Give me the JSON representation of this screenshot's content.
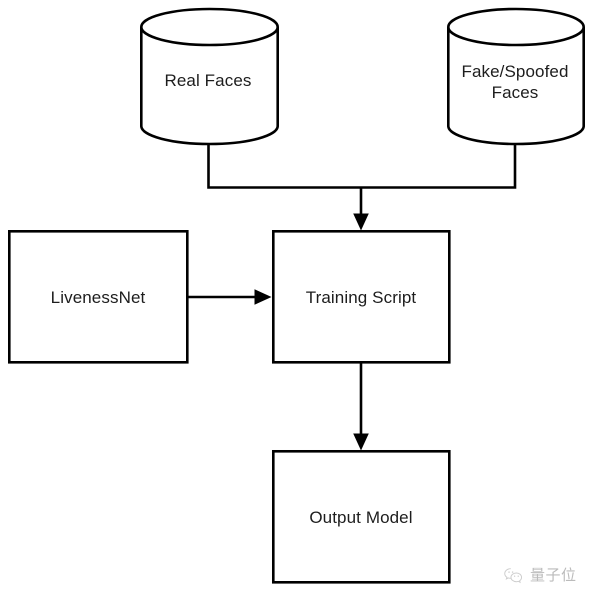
{
  "diagram": {
    "type": "flowchart",
    "orientation": "top-to-bottom",
    "background_color": "#ffffff",
    "line_color": "#000000",
    "text_color": "#1d1d1d",
    "nodes": [
      {
        "id": "real-faces",
        "label": "Real Faces",
        "shape": "cylinder"
      },
      {
        "id": "fake-faces",
        "label": "Fake/Spoofed\nFaces",
        "shape": "cylinder"
      },
      {
        "id": "livenessnet",
        "label": "LivenessNet",
        "shape": "rectangle"
      },
      {
        "id": "training",
        "label": "Training Script",
        "shape": "rectangle"
      },
      {
        "id": "output-model",
        "label": "Output Model",
        "shape": "rectangle"
      }
    ],
    "edges": [
      {
        "from": "real-faces",
        "to": "training",
        "style": "orthogonal-merge",
        "arrow": true
      },
      {
        "from": "fake-faces",
        "to": "training",
        "style": "orthogonal-merge",
        "arrow": true
      },
      {
        "from": "livenessnet",
        "to": "training",
        "style": "straight-right",
        "arrow": true
      },
      {
        "from": "training",
        "to": "output-model",
        "style": "straight-down",
        "arrow": true
      }
    ]
  },
  "watermark": {
    "text": "量子位",
    "icon": "wechat-icon",
    "color": "#b6b6b6"
  }
}
